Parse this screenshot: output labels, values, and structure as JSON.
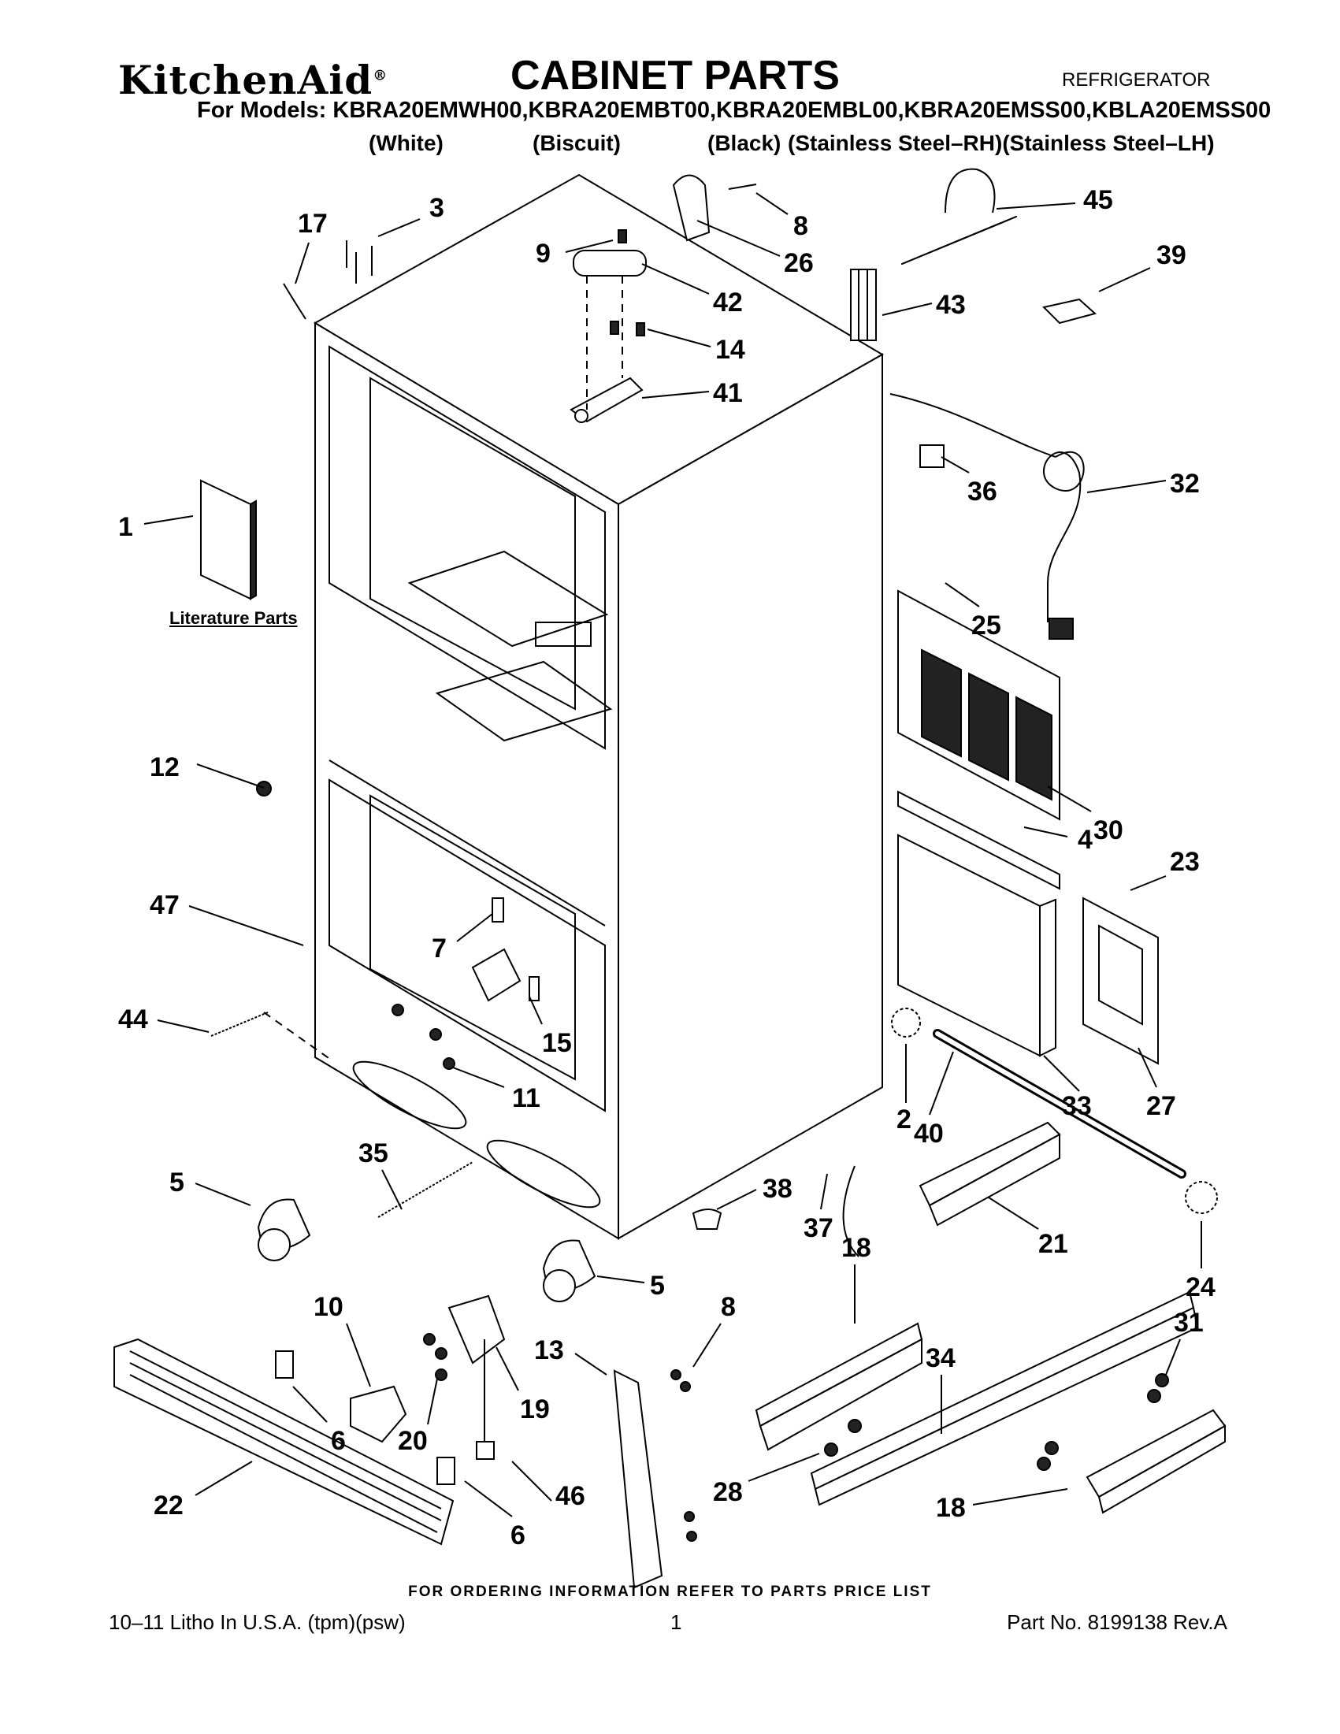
{
  "header": {
    "brand": "KitchenAid",
    "brand_mark": "®",
    "title": "CABINET PARTS",
    "product": "REFRIGERATOR",
    "models_line": "For Models: KBRA20EMWH00,KBRA20EMBT00,KBRA20EMBL00,KBRA20EMSS00,KBLA20EMSS00",
    "variants": [
      "(White)",
      "(Biscuit)",
      "(Black)",
      "(Stainless Steel–RH)(Stainless Steel–LH)"
    ]
  },
  "diagram": {
    "literature_label": "Literature Parts",
    "callouts": [
      "1",
      "2",
      "3",
      "4",
      "5",
      "5",
      "6",
      "6",
      "7",
      "8",
      "8",
      "9",
      "10",
      "11",
      "12",
      "13",
      "14",
      "15",
      "17",
      "18",
      "18",
      "19",
      "20",
      "21",
      "22",
      "23",
      "24",
      "25",
      "26",
      "27",
      "28",
      "30",
      "31",
      "32",
      "33",
      "34",
      "35",
      "36",
      "37",
      "38",
      "39",
      "40",
      "41",
      "42",
      "43",
      "44",
      "45",
      "46",
      "47"
    ]
  },
  "footer": {
    "ordering_note": "FOR ORDERING INFORMATION REFER TO PARTS PRICE LIST",
    "litho": "10–11 Litho In U.S.A. (tpm)(psw)",
    "page": "1",
    "part_no": "Part No. 8199138 Rev.A"
  }
}
